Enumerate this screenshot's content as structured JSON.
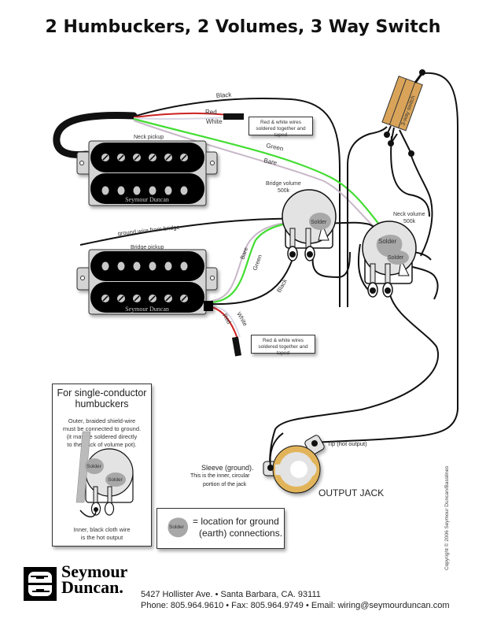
{
  "title": "2 Humbuckers, 2 Volumes, 3 Way Switch",
  "colors": {
    "black_wire": "#111111",
    "red_wire": "#cc2222",
    "white_wire": "#d9d9e6",
    "green_wire": "#44dd33",
    "bare_wire": "#c8b8c8",
    "pickup": "#000000",
    "pot": "#e3e3e3",
    "solder": "#a8a8a8",
    "switch": "#d9a45a",
    "jack_ring": "#e2b45a"
  },
  "neck_pickup": {
    "label": "Neck pickup",
    "brand": "Seymour Duncan"
  },
  "bridge_pickup": {
    "label": "Bridge pickup",
    "brand": "Seymour Duncan"
  },
  "wires": {
    "black": "Black",
    "red": "Red",
    "white": "White",
    "green": "Green",
    "bare": "Bare",
    "ground_from_bridge": "ground wire from bridge"
  },
  "notes": {
    "neck_tape": "Red & white wires soldered together and taped",
    "bridge_tape": "Red & white wires soldered together and taped"
  },
  "bridge_volume": {
    "label": "Bridge volume",
    "value": "500k",
    "solder": "Solder"
  },
  "neck_volume": {
    "label": "Neck volume",
    "value": "500k",
    "solder_1": "Solder",
    "solder_2": "Solder"
  },
  "switch": {
    "label": "3-way switch"
  },
  "output_jack": {
    "label": "OUTPUT JACK",
    "tip": "Tip (hot output)",
    "sleeve_title": "Sleeve (ground).",
    "sleeve_desc_1": "This is the inner, circular",
    "sleeve_desc_2": "portion of the jack"
  },
  "single_conductor_box": {
    "title_1": "For single-conductor",
    "title_2": "humbuckers",
    "desc_1": "Outer, braided shield-wire",
    "desc_2": "must be connected to ground.",
    "desc_3": "(it may be soldered directly",
    "desc_4": "to the back of volume pot).",
    "solder_1": "Solder",
    "solder_2": "Solder",
    "foot_1": "Inner, black cloth wire",
    "foot_2": "is the hot output"
  },
  "legend": {
    "solder": "Solder",
    "line_1": "= location for ground",
    "line_2": "(earth) connections."
  },
  "footer": {
    "brand_1": "Seymour",
    "brand_2": "Duncan.",
    "address": "5427 Hollister Ave. • Santa Barbara, CA. 93111",
    "contact": "Phone: 805.964.9610 • Fax: 805.964.9749 • Email: wiring@seymourduncan.com",
    "copyright": "Copyright © 2006 Seymour Duncan/Basslines"
  }
}
